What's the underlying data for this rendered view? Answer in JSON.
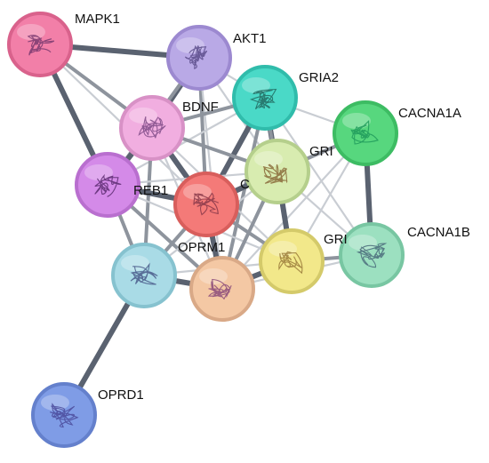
{
  "network": {
    "nodes": [
      {
        "id": "MAPK1",
        "label": "MAPK1",
        "color": "#f27fa8",
        "ring": "#d9628c",
        "glyph": "#7a3a70"
      },
      {
        "id": "AKT1",
        "label": "AKT1",
        "color": "#b9a9e6",
        "ring": "#9c89d0",
        "glyph": "#5a4c8a"
      },
      {
        "id": "GRIA2",
        "label": "GRIA2",
        "color": "#4ad9c7",
        "ring": "#30bcab",
        "glyph": "#226a60"
      },
      {
        "id": "CACNA1A",
        "label": "CACNA1A",
        "color": "#57d77e",
        "ring": "#3dbc63",
        "glyph": "#1f9a5a"
      },
      {
        "id": "BDNF",
        "label": "BDNF",
        "color": "#f1aee0",
        "ring": "#d891c6",
        "glyph": "#7e4a86"
      },
      {
        "id": "CREB1",
        "label": "REB1",
        "color": "#d48ae8",
        "ring": "#b96fcf",
        "glyph": "#5a2a70"
      },
      {
        "id": "GRIN",
        "label": "GRI",
        "color": "#d8ecb0",
        "ring": "#b5cf8c",
        "glyph": "#8a6a3a"
      },
      {
        "id": "COMT",
        "label": "C",
        "color": "#f47a78",
        "ring": "#d85e5c",
        "glyph": "#8a3a4a"
      },
      {
        "id": "GRM",
        "label": "GRI",
        "color": "#f2e88a",
        "ring": "#d4ca6a",
        "glyph": "#9a7a3a"
      },
      {
        "id": "CACNA1B",
        "label": "CACNA1B",
        "color": "#9ce0c0",
        "ring": "#78c6a2",
        "glyph": "#4a6a7a"
      },
      {
        "id": "OPRK1",
        "label": "",
        "color": "#a9dbe6",
        "ring": "#86c2cf",
        "glyph": "#4a5a8a"
      },
      {
        "id": "OPRM1",
        "label": "OPRM1",
        "color": "#f4c8a4",
        "ring": "#d9a987",
        "glyph": "#8a4a7a"
      },
      {
        "id": "OPRD1",
        "label": "OPRD1",
        "color": "#7f9ce6",
        "ring": "#6480cc",
        "glyph": "#4a4a9a"
      }
    ],
    "edges": [
      {
        "source": "MAPK1",
        "target": "AKT1",
        "weight": "strong"
      },
      {
        "source": "MAPK1",
        "target": "BDNF",
        "weight": "medium"
      },
      {
        "source": "MAPK1",
        "target": "CREB1",
        "weight": "strong"
      },
      {
        "source": "MAPK1",
        "target": "COMT",
        "weight": "light"
      },
      {
        "source": "AKT1",
        "target": "BDNF",
        "weight": "strong"
      },
      {
        "source": "AKT1",
        "target": "GRIA2",
        "weight": "light"
      },
      {
        "source": "AKT1",
        "target": "CREB1",
        "weight": "medium"
      },
      {
        "source": "AKT1",
        "target": "COMT",
        "weight": "medium"
      },
      {
        "source": "AKT1",
        "target": "GRIN",
        "weight": "light"
      },
      {
        "source": "AKT1",
        "target": "OPRM1",
        "weight": "light"
      },
      {
        "source": "GRIA2",
        "target": "GRIN",
        "weight": "strong"
      },
      {
        "source": "GRIA2",
        "target": "CACNA1A",
        "weight": "light"
      },
      {
        "source": "GRIA2",
        "target": "BDNF",
        "weight": "medium"
      },
      {
        "source": "GRIA2",
        "target": "COMT",
        "weight": "strong"
      },
      {
        "source": "GRIA2",
        "target": "GRM",
        "weight": "medium"
      },
      {
        "source": "GRIA2",
        "target": "OPRM1",
        "weight": "medium"
      },
      {
        "source": "GRIA2",
        "target": "CACNA1B",
        "weight": "light"
      },
      {
        "source": "GRIA2",
        "target": "CREB1",
        "weight": "light"
      },
      {
        "source": "CACNA1A",
        "target": "CACNA1B",
        "weight": "strong"
      },
      {
        "source": "CACNA1A",
        "target": "GRIN",
        "weight": "medium"
      },
      {
        "source": "CACNA1A",
        "target": "GRM",
        "weight": "light"
      },
      {
        "source": "CACNA1A",
        "target": "OPRM1",
        "weight": "light"
      },
      {
        "source": "BDNF",
        "target": "CREB1",
        "weight": "strong"
      },
      {
        "source": "BDNF",
        "target": "COMT",
        "weight": "strong"
      },
      {
        "source": "BDNF",
        "target": "GRIN",
        "weight": "medium"
      },
      {
        "source": "BDNF",
        "target": "OPRK1",
        "weight": "medium"
      },
      {
        "source": "BDNF",
        "target": "GRM",
        "weight": "light"
      },
      {
        "source": "BDNF",
        "target": "OPRM1",
        "weight": "light"
      },
      {
        "source": "CREB1",
        "target": "COMT",
        "weight": "strong"
      },
      {
        "source": "CREB1",
        "target": "OPRK1",
        "weight": "medium"
      },
      {
        "source": "CREB1",
        "target": "OPRM1",
        "weight": "medium"
      },
      {
        "source": "CREB1",
        "target": "GRM",
        "weight": "light"
      },
      {
        "source": "CREB1",
        "target": "GRIN",
        "weight": "light"
      },
      {
        "source": "GRIN",
        "target": "COMT",
        "weight": "strong"
      },
      {
        "source": "GRIN",
        "target": "GRM",
        "weight": "strong"
      },
      {
        "source": "GRIN",
        "target": "OPRM1",
        "weight": "medium"
      },
      {
        "source": "GRIN",
        "target": "OPRK1",
        "weight": "light"
      },
      {
        "source": "GRIN",
        "target": "CACNA1B",
        "weight": "light"
      },
      {
        "source": "COMT",
        "target": "OPRM1",
        "weight": "strong"
      },
      {
        "source": "COMT",
        "target": "OPRK1",
        "weight": "medium"
      },
      {
        "source": "COMT",
        "target": "GRM",
        "weight": "medium"
      },
      {
        "source": "GRM",
        "target": "OPRM1",
        "weight": "strong"
      },
      {
        "source": "GRM",
        "target": "CACNA1B",
        "weight": "medium"
      },
      {
        "source": "GRM",
        "target": "OPRK1",
        "weight": "light"
      },
      {
        "source": "OPRK1",
        "target": "OPRM1",
        "weight": "strong"
      },
      {
        "source": "OPRK1",
        "target": "OPRD1",
        "weight": "strong"
      },
      {
        "source": "OPRM1",
        "target": "CACNA1B",
        "weight": "light"
      }
    ],
    "edge_colors": {
      "strong": "#5a6270",
      "medium": "#8e949d",
      "light": "#c9cdd3"
    }
  }
}
